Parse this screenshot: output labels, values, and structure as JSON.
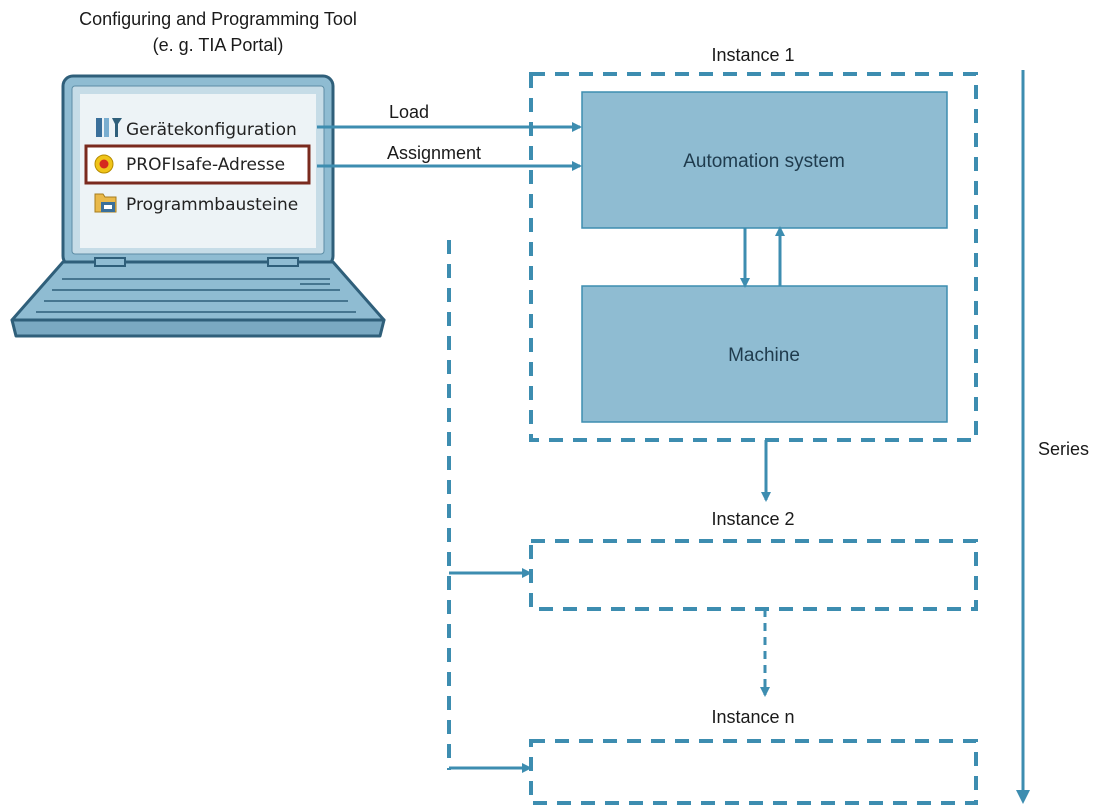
{
  "tool": {
    "title_line1": "Configuring and Programming Tool",
    "title_line2": "(e. g. TIA Portal)",
    "menu_items": [
      "Gerätekonfiguration",
      "PROFIsafe-Adresse",
      "Programmbausteine"
    ],
    "menu_icons": [
      "device-config-icon",
      "profisafe-address-icon",
      "program-blocks-icon"
    ],
    "highlighted_item": "PROFIsafe-Adresse"
  },
  "arrows": {
    "load": "Load",
    "assignment": "Assignment"
  },
  "instances": {
    "instance1": "Instance 1",
    "instance2": "Instance 2",
    "instance_n": "Instance n"
  },
  "blocks": {
    "automation_system": "Automation system",
    "machine": "Machine"
  },
  "series": "Series",
  "colors": {
    "accent": "#3d8db0",
    "block_fill": "#8fbcd2",
    "block_stroke": "#3d8db0",
    "laptop_body": "#8fbcd2",
    "laptop_dark": "#2f5f7a",
    "highlight": "#7a2a1e"
  }
}
